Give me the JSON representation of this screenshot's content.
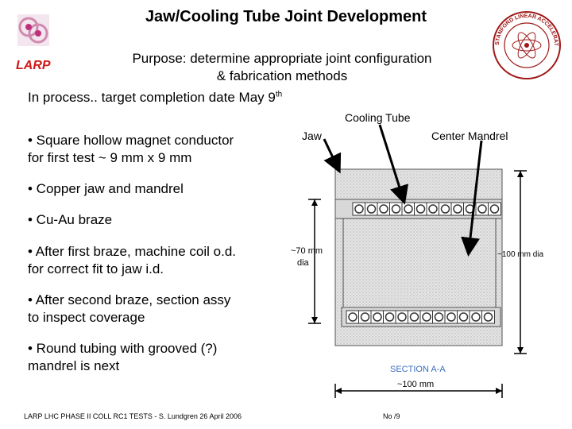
{
  "slide": {
    "title": "Jaw/Cooling Tube Joint Development",
    "purpose_line1": "Purpose: determine appropriate joint configuration",
    "purpose_line2": "& fabrication methods",
    "process_text": "In process.. target completion date  May 9",
    "process_sup": "th",
    "logo_text": "LARP",
    "seal_text": "STANFORD LINEAR ACCELERATOR CENTER 1962"
  },
  "bullets": [
    {
      "line1": "• Square hollow magnet conductor",
      "line2": "for first test ~ 9 mm x 9 mm"
    },
    {
      "line1": "• Copper jaw and mandrel",
      "line2": ""
    },
    {
      "line1": "• Cu-Au braze",
      "line2": ""
    },
    {
      "line1": "• After first braze, machine coil o.d.",
      "line2": "for correct fit to jaw i.d."
    },
    {
      "line1": "• After second braze, section assy",
      "line2": "to inspect coverage"
    },
    {
      "line1": "• Round tubing with grooved (?)",
      "line2": "mandrel is next"
    }
  ],
  "diagram": {
    "label_cooling_tube": "Cooling Tube",
    "label_jaw": "Jaw",
    "label_center_mandrel": "Center Mandrel",
    "label_70_line1": "~70 mm",
    "label_70_line2": "dia",
    "label_100_right": "~100 mm dia",
    "section_label": "SECTION A-A",
    "label_100_bottom": "~100 mm"
  },
  "footer": {
    "left": "LARP LHC PHASE II COLL RC1 TESTS  -  S. Lundgren 26 April 2006",
    "center": "No /9"
  }
}
